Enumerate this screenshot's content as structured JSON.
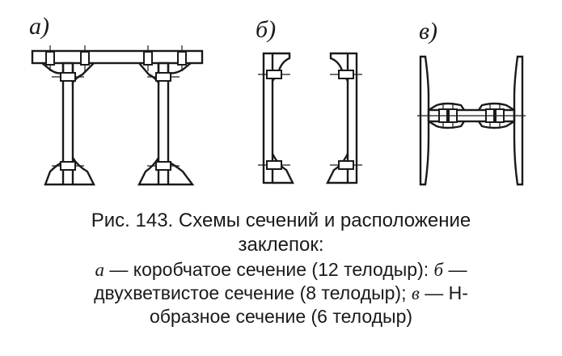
{
  "labels": {
    "a": "а)",
    "b": "б)",
    "v": "в)"
  },
  "caption": {
    "title_line1": "Рис. 143. Схемы сечений и расположение",
    "title_line2": "заклепок:",
    "a_letter": "а",
    "a_text": " — коробчатое сечение (12 телодыр): ",
    "b_letter": "б",
    "b_text": " —",
    "line2": "двухветвистое сечение (8 телодыр); ",
    "v_letter": "в",
    "v_text": " — Н-",
    "line3": "образное сечение (6 телодыр)"
  },
  "colors": {
    "ink": "#1a1a1a",
    "paper": "#ffffff"
  }
}
